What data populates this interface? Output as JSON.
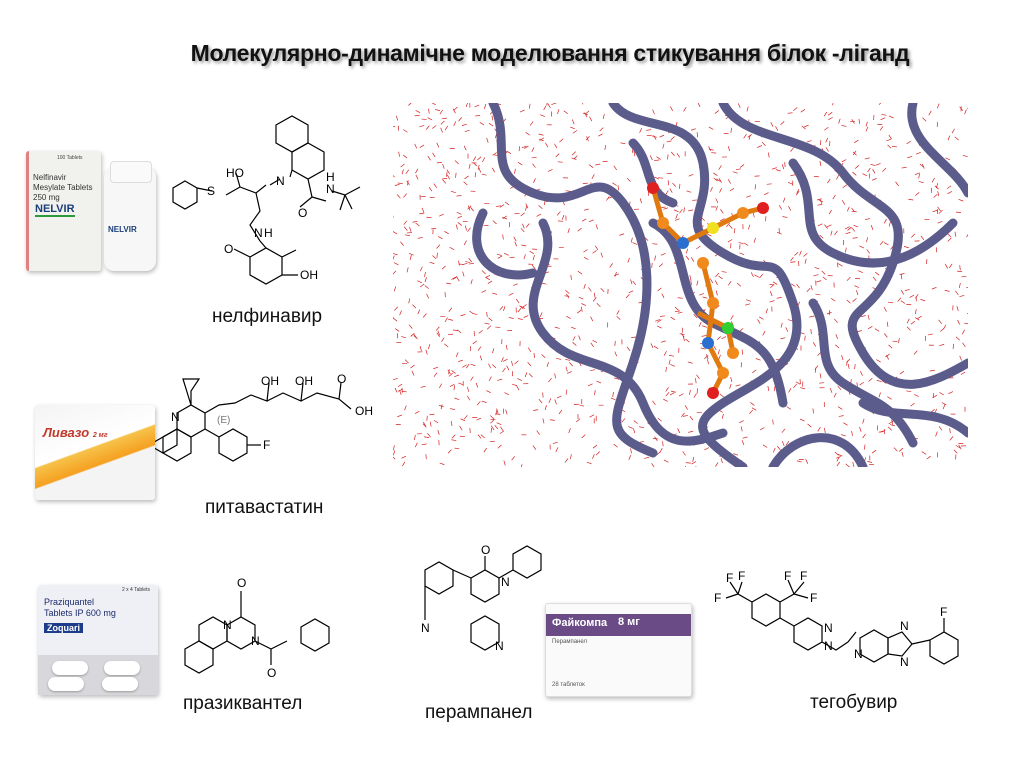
{
  "slide": {
    "title": "Молекулярно-динамічне моделювання стикування білок -ліганд"
  },
  "drugs": [
    {
      "name": "нелфинавир",
      "package": {
        "line1": "Nelfinavir Mesylate",
        "line2": "Tablets 250 mg",
        "brand": "NELVIR",
        "count": "100 Tablets"
      },
      "atoms": [
        "S",
        "HO",
        "N",
        "O",
        "N",
        "H",
        "O",
        "N",
        "H",
        "OH"
      ]
    },
    {
      "name": "питавастатин",
      "package": {
        "brand": "Ливазо",
        "dose": "2 мг"
      },
      "atoms": [
        "N",
        "(E)",
        "OH",
        "OH",
        "O",
        "OH",
        "F"
      ]
    },
    {
      "name": "празиквантел",
      "package": {
        "line1": "Praziquantel",
        "line2": "Tablets IP 600 mg",
        "brand": "Zoquari",
        "count": "2 x 4 Tablets"
      },
      "atoms": [
        "O",
        "N",
        "N",
        "O"
      ]
    },
    {
      "name": "перампанел",
      "package": {
        "brand": "Файкомпа",
        "dose": "8 мг",
        "sub": "Перампанел",
        "count": "28 таблеток"
      },
      "atoms": [
        "N",
        "O",
        "N",
        "N"
      ]
    },
    {
      "name": "тегобувир",
      "atoms": [
        "F",
        "F",
        "F",
        "F",
        "F",
        "F",
        "N",
        "N",
        "N",
        "N",
        "N",
        "F"
      ]
    }
  ],
  "colors": {
    "protein": "#5b5c8c",
    "water": "#d42020",
    "ligand": "#f08a1c"
  }
}
